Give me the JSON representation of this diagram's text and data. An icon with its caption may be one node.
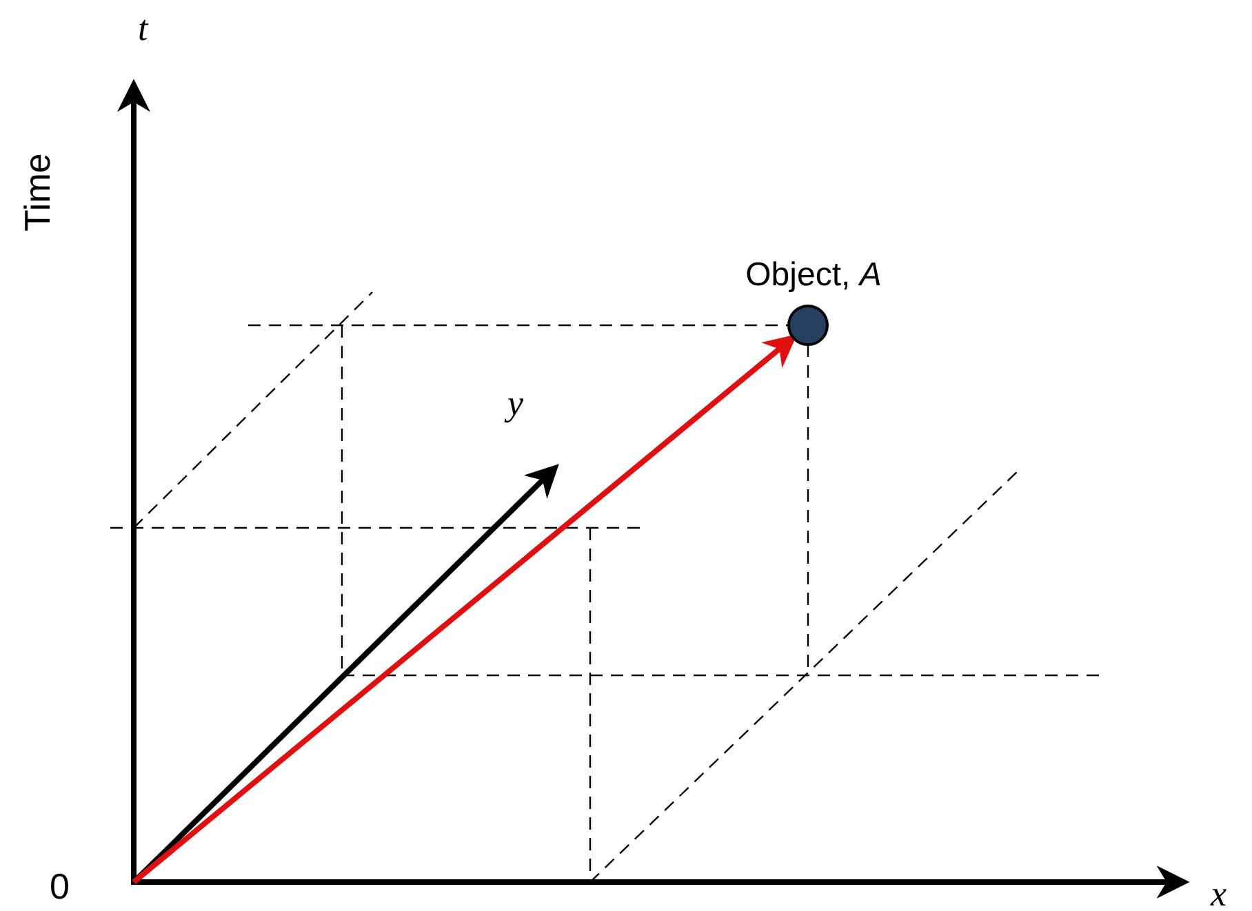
{
  "diagram": {
    "nodes": [
      {
        "text": [
          "Object, *A*"
        ]
      },
      {
        "text": [
          "0"
        ]
      }
    ],
    "edges": [
      {
        "from": 1,
        "to": 0,
        "arrow": "to",
        "color": "#e01010"
      }
    ],
    "labels": [
      "t",
      "Time",
      "y",
      "x"
    ]
  }
}
